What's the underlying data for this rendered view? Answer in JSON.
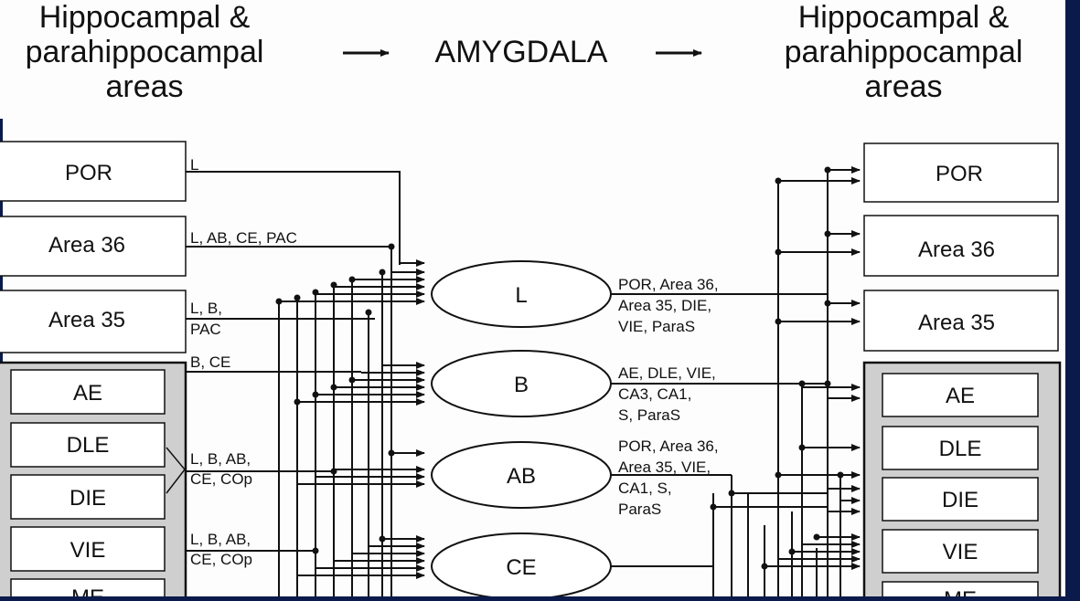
{
  "header": {
    "left_title_lines": [
      "Hippocampal &",
      "parahippocampal",
      "areas"
    ],
    "center_title": "AMYGDALA",
    "right_title_lines": [
      "Hippocampal &",
      "parahippocampal",
      "areas"
    ],
    "arrow_glyph": "→"
  },
  "left_areas": {
    "por": "POR",
    "area36": "Area 36",
    "area35": "Area 35",
    "ae": "AE",
    "dle": "DLE",
    "die": "DIE",
    "vie": "VIE",
    "me": "ME"
  },
  "left_labels": {
    "por": "L",
    "area36": "L, AB, CE, PAC",
    "area35": [
      "L, B,",
      "PAC"
    ],
    "ae": "B, CE",
    "dle_die": [
      "L, B, AB,",
      "CE, COp"
    ],
    "vie": [
      "L, B, AB,",
      "CE, COp"
    ]
  },
  "nuclei": {
    "l": "L",
    "b": "B",
    "ab": "AB",
    "ce": "CE"
  },
  "right_labels": {
    "l": [
      "POR, Area 36,",
      "Area 35, DIE,",
      "VIE, ParaS"
    ],
    "b": [
      "AE, DLE, VIE,",
      "CA3, CA1,",
      "S, ParaS"
    ],
    "ab": [
      "POR, Area 36,",
      "Area 35, VIE,",
      "CA1, S,",
      "ParaS"
    ]
  },
  "right_areas": {
    "por": "POR",
    "area36": "Area 36",
    "area35": "Area 35",
    "ae": "AE",
    "dle": "DLE",
    "die": "DIE",
    "vie": "VIE",
    "me": "ME"
  }
}
